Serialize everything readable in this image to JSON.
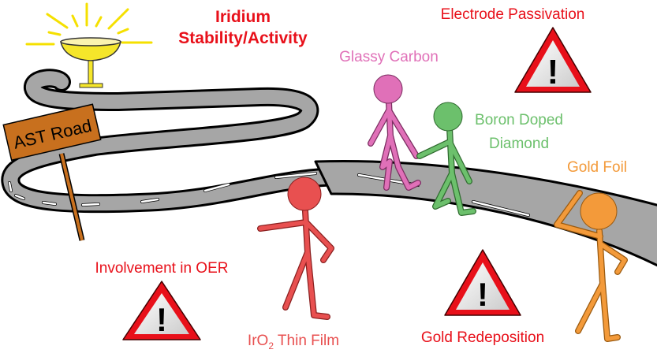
{
  "title": {
    "line1": "Iridium",
    "line2": "Stability/Activity"
  },
  "sign": {
    "text": "AST Road"
  },
  "hazards": {
    "passivation": "Electrode Passivation",
    "oer": "Involvement in OER",
    "redeposition": "Gold Redeposition"
  },
  "figures": {
    "glassy_carbon": "Glassy Carbon",
    "bdd_line1": "Boron Doped",
    "bdd_line2": "Diamond",
    "gold_foil": "Gold Foil",
    "iro2_prefix": "IrO",
    "iro2_sub": "2",
    "iro2_suffix": " Thin Film"
  },
  "warning_glyph": "!",
  "colors": {
    "red": "#e8101a",
    "pink": "#e070b8",
    "green": "#6cc06c",
    "orange": "#f39a3a",
    "coral": "#e85050",
    "road": "#a6a6a6",
    "sign": "#c8701e",
    "cup": "#f5e62a"
  }
}
